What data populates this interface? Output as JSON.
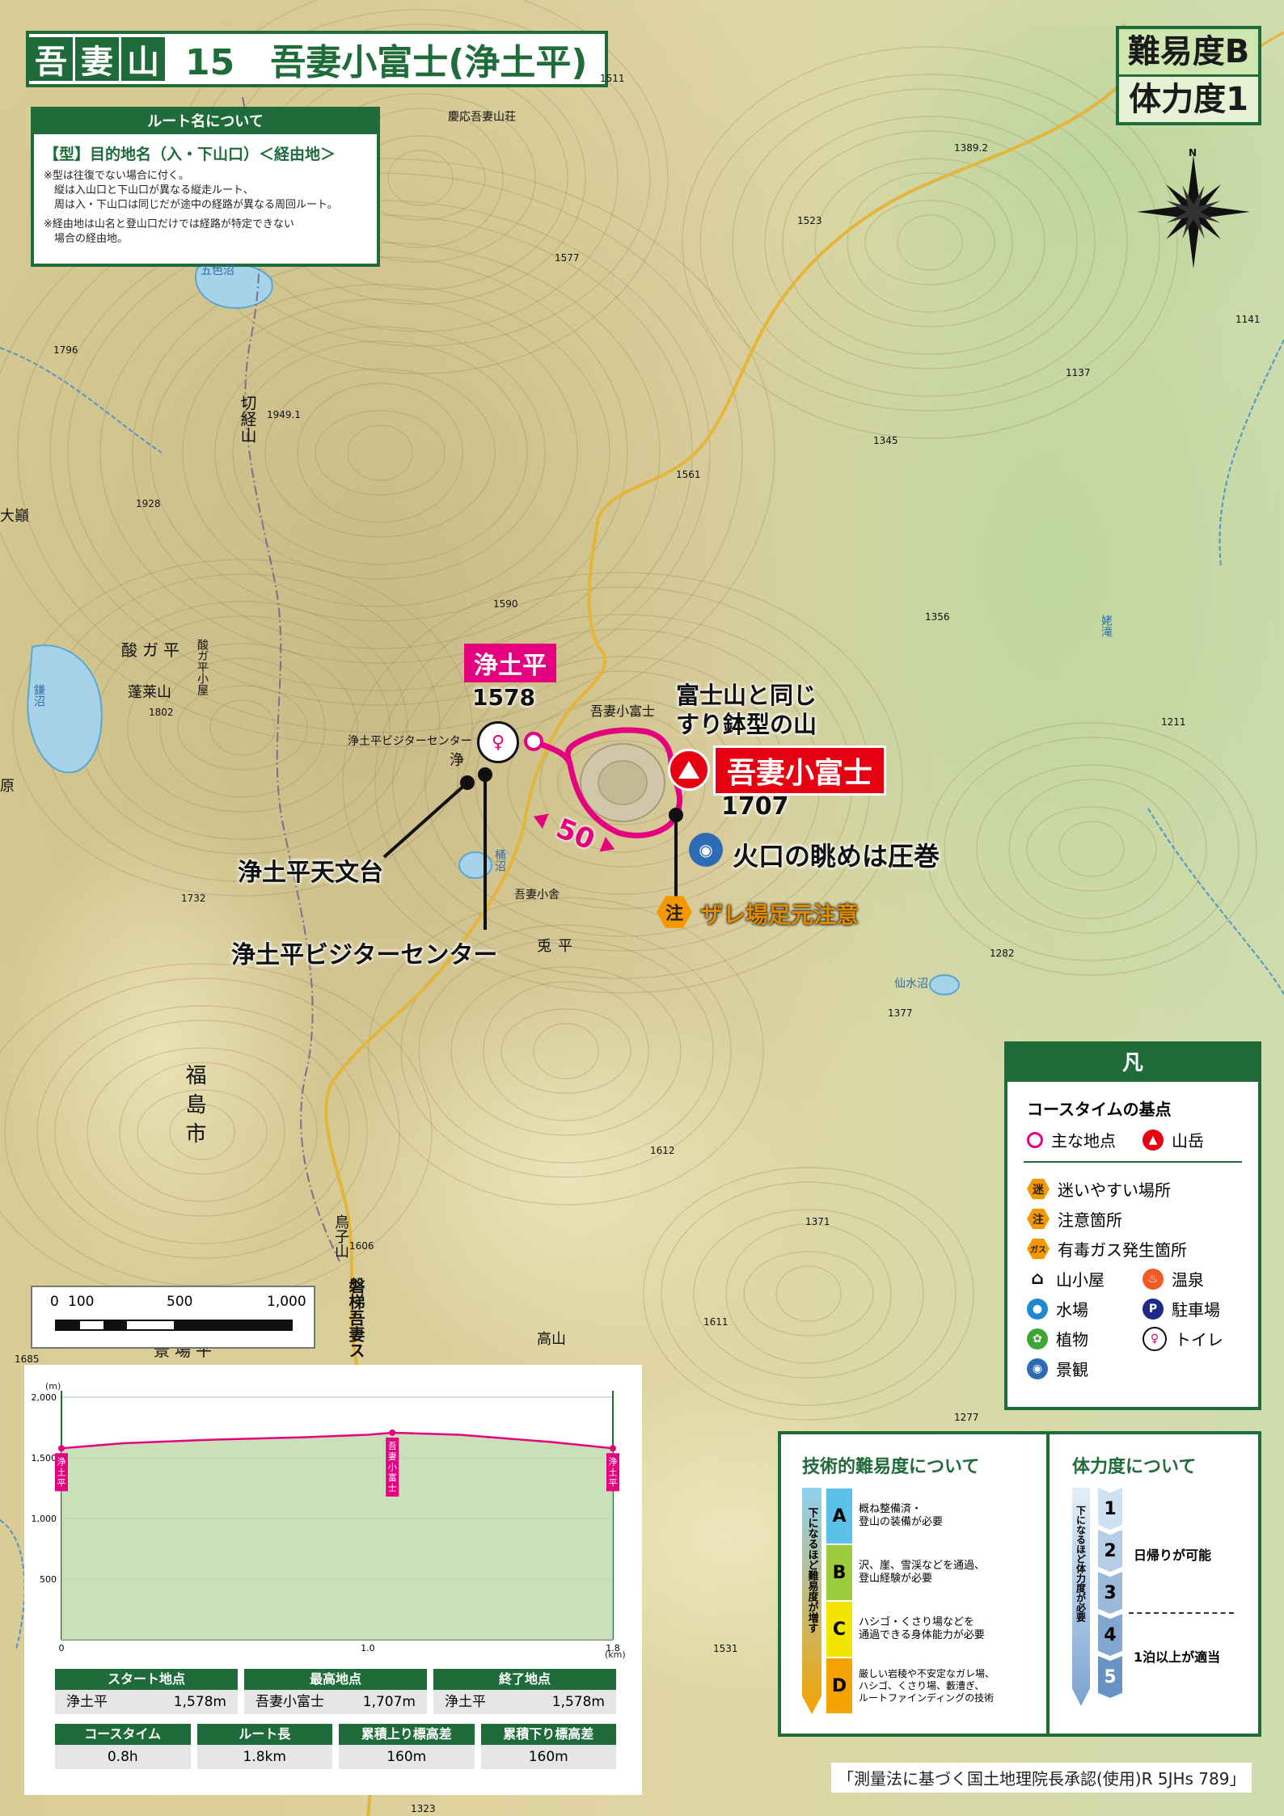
{
  "header": {
    "area_chars": [
      "吾",
      "妻",
      "山"
    ],
    "route_number": "15",
    "route_name": "吾妻小富士(浄土平)"
  },
  "difficulty_badge": {
    "technical": "難易度B",
    "stamina": "体力度1"
  },
  "route_name_note": {
    "heading": "ルート名について",
    "format": "【型】目的地名（入・下山口）＜経由地＞",
    "notes": [
      "※型は往復でない場合に付く。\n　縦は入山口と下山口が異なる縦走ルート、\n　周は入・下山口は同じだが途中の経路が異なる周回ルート。",
      "※経由地は山名と登山口だけでは経路が特定できない\n　場合の経由地。"
    ]
  },
  "map": {
    "places": {
      "keio_azuma": "慶応吾妻山荘",
      "goshikinuma": "五色沼",
      "kirikyoyama": "切経山",
      "ohiru": "大巓",
      "sukagadaira": "酸ガ平",
      "horaisan": "蓬莱山",
      "sukagadaira_hut": "酸ガ平小屋",
      "kamanuma": "鎌沼",
      "azuma_kofuji_small": "吾妻小富士",
      "vc_small": "浄土平ビジターセンター",
      "jodo_small": "浄",
      "okenuma": "桶沼",
      "azuma_hut": "吾妻小舎",
      "usagidaira": "兎平",
      "senmizunuma": "仙水沼",
      "fukushima_city": "福島市",
      "torikoyama": "鳥子山",
      "bandai_azuma": "磐梯吾妻ス",
      "takayama": "高山",
      "keibadaira": "景場平",
      "fuwa_falls": "姥滝",
      "hara": "原"
    },
    "spot_heights": [
      "1511",
      "1389.2",
      "1523",
      "1577",
      "1796",
      "1949.1",
      "1928",
      "1345",
      "1561",
      "1137",
      "1141",
      "1590",
      "1356",
      "1802",
      "1211",
      "1732",
      "1282",
      "1377",
      "1612",
      "1371",
      "1606",
      "1611",
      "1685",
      "1531",
      "1277",
      "1323"
    ],
    "start_label": "浄土平",
    "start_elevation": "1578",
    "summit_label": "吾妻小富士",
    "summit_elevation": "1707",
    "note_crater": "富士山と同じ\nすり鉢型の山",
    "note_view": "火口の眺めは圧巻",
    "note_caution": "ザレ場足元注意",
    "note_caution_icon": "注",
    "observatory": "浄土平天文台",
    "visitor_center": "浄土平ビジターセンター",
    "course_time_min": "50",
    "compass_n": "N",
    "route_color": "#e5007f",
    "road_color": "#e4b53a"
  },
  "legend": {
    "title": "凡　例",
    "section": "コースタイムの基点",
    "items": [
      {
        "label": "主な地点",
        "icon": "pink-circle-icon"
      },
      {
        "label": "山岳",
        "icon": "summit-icon"
      },
      {
        "label": "迷いやすい場所",
        "icon": "迷"
      },
      {
        "label": "注意箇所",
        "icon": "注"
      },
      {
        "label": "有毒ガス発生箇所",
        "icon": "ガス"
      },
      {
        "label": "山小屋",
        "icon": "hut-icon"
      },
      {
        "label": "温泉",
        "icon": "hot-spring-icon"
      },
      {
        "label": "水場",
        "icon": "water-icon"
      },
      {
        "label": "駐車場",
        "icon": "P"
      },
      {
        "label": "植物",
        "icon": "plant-icon"
      },
      {
        "label": "トイレ",
        "icon": "toilet-icon"
      },
      {
        "label": "景観",
        "icon": "camera-icon"
      }
    ]
  },
  "scale_bar": {
    "ticks": [
      "0",
      "100",
      "500",
      "1,000"
    ]
  },
  "chart_data": {
    "type": "area",
    "title": "",
    "ylabel": "(m)",
    "xlabel": "(km)",
    "x_ticks": [
      "0",
      "1.0",
      "1.8"
    ],
    "y_ticks": [
      "2,000",
      "1,500",
      "1,000",
      "500"
    ],
    "xlim": [
      0,
      1.8
    ],
    "ylim": [
      0,
      2000
    ],
    "x": [
      0,
      0.2,
      0.5,
      0.8,
      1.0,
      1.08,
      1.3,
      1.6,
      1.8
    ],
    "values": [
      1578,
      1620,
      1650,
      1670,
      1690,
      1707,
      1690,
      1630,
      1578
    ],
    "markers": [
      {
        "label": "浄土平",
        "x": 0
      },
      {
        "label": "吾妻小富士",
        "x": 1.08
      },
      {
        "label": "浄土平",
        "x": 1.8
      }
    ],
    "line_color": "#e5007f",
    "fill_color": "#bfdcae"
  },
  "course_info": {
    "start": {
      "label": "スタート地点",
      "name": "浄土平",
      "value": "1,578m"
    },
    "highest": {
      "label": "最高地点",
      "name": "吾妻小富士",
      "value": "1,707m"
    },
    "end": {
      "label": "終了地点",
      "name": "浄土平",
      "value": "1,578m"
    },
    "course_time": {
      "label": "コースタイム",
      "value": "0.8h"
    },
    "route_length": {
      "label": "ルート長",
      "value": "1.8km"
    },
    "ascent": {
      "label": "累積上り標高差",
      "value": "160m"
    },
    "descent": {
      "label": "累積下り標高差",
      "value": "160m"
    }
  },
  "difficulty_panel": {
    "tech_title": "技術的難易度について",
    "tech_arrow": "下になるほど難易度が増す",
    "tech_levels": [
      {
        "grade": "A",
        "text": "概ね整備済・\n登山の装備が必要",
        "color": "#5bc1e8"
      },
      {
        "grade": "B",
        "text": "沢、崖、雪渓などを通過、\n登山経験が必要",
        "color": "#9ccc3c"
      },
      {
        "grade": "C",
        "text": "ハシゴ・くさり場などを\n通過できる身体能力が必要",
        "color": "#f2e600"
      },
      {
        "grade": "D",
        "text": "厳しい岩稜や不安定なガレ場、\nハシゴ、くさり場、藪漕ぎ、\nルートファインディングの技術",
        "color": "#f5a300"
      }
    ],
    "stamina_title": "体力度について",
    "stamina_arrow": "下になるほど体力度が必要",
    "stamina_levels": [
      "1",
      "2",
      "3",
      "4",
      "5"
    ],
    "stamina_day": "日帰りが可能",
    "stamina_overnight": "1泊以上が適当"
  },
  "survey_note": "「測量法に基づく国土地理院長承認(使用)R 5JHs 789」"
}
